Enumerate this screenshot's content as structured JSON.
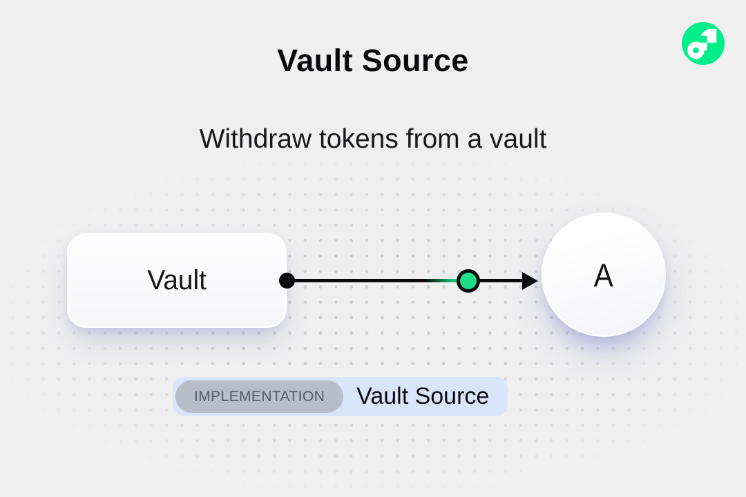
{
  "page": {
    "title": "Vault Source",
    "subtitle": "Withdraw tokens from a vault",
    "background_color": "#efeff0"
  },
  "logo": {
    "name": "flow-logo",
    "brand_color": "#00EF8B"
  },
  "diagram": {
    "vault_node": {
      "label": "Vault"
    },
    "account_node": {
      "label": "A"
    },
    "edge": {
      "from": "Vault",
      "to": "A",
      "line_color": "#0a0a0c",
      "marker": "green-token-circle",
      "marker_color": "#1edd87"
    }
  },
  "implementation_badge": {
    "tag_label": "IMPLEMENTATION",
    "value_label": "Vault Source",
    "container_color": "#d9e5fb",
    "tag_color": "#b7bec9",
    "tag_text_color": "#555a64"
  }
}
